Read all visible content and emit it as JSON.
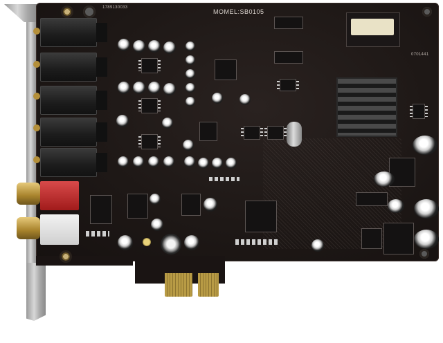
{
  "photo": {
    "subject": "PCI Express sound card circuit board",
    "background_color": "#ffffff",
    "pcb_color": "#1e1816"
  },
  "silkscreen": {
    "model_label": "MOMEL:SB0105",
    "serial_label": "1789130033",
    "right_edge_label": "0701441"
  },
  "ports": {
    "audio_jacks_count": 5,
    "rca_connectors": [
      {
        "color": "red",
        "hex": "#c42a2a"
      },
      {
        "color": "white",
        "hex": "#e6e6e6"
      }
    ]
  },
  "components": {
    "heatsink": "main audio processor heatsink",
    "header_connector": "internal power/audio header",
    "crystal": "oscillator crystal",
    "pcie_connector": "PCIe x1 gold edge fingers"
  }
}
